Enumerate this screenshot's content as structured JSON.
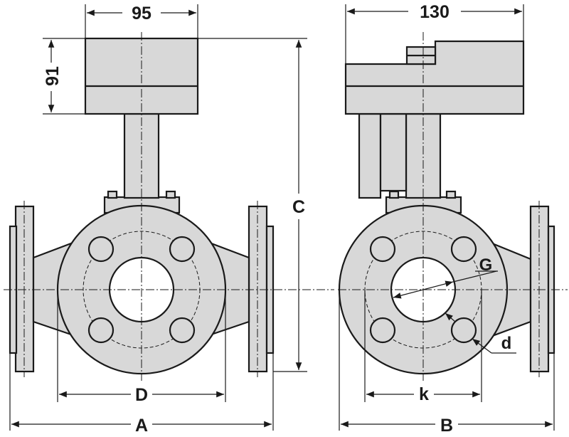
{
  "dimensions": {
    "width_top": "95",
    "height_actuator": "91",
    "height_total": "C",
    "flange_diameter": "D",
    "length": "A",
    "width_side": "130",
    "connection": "G",
    "bolt_circle": "k",
    "bolt_hole": "d",
    "depth": "B"
  }
}
